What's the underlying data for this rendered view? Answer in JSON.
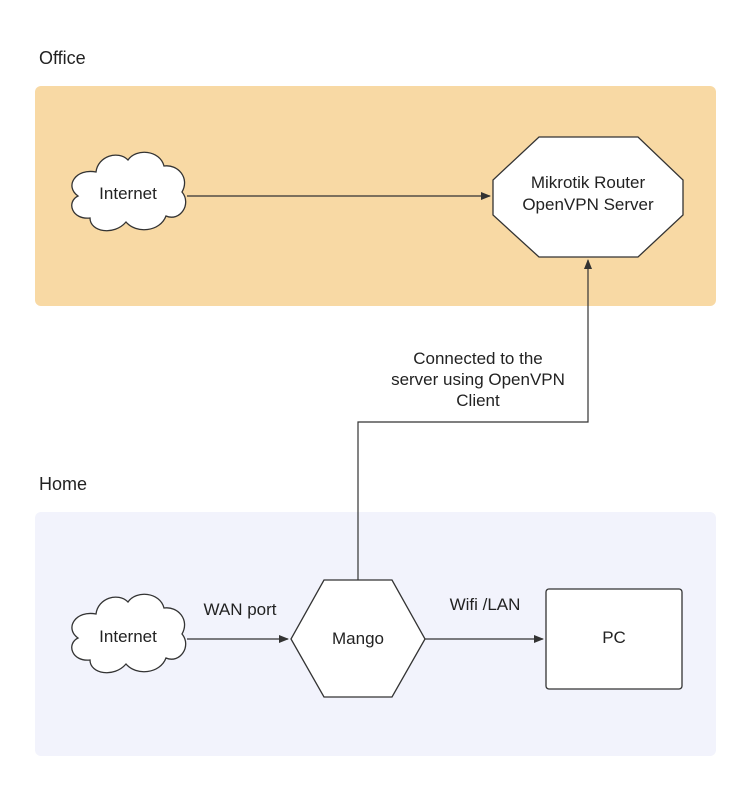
{
  "zones": {
    "office": {
      "label": "Office",
      "color": "#f8d9a4"
    },
    "home": {
      "label": "Home",
      "color": "#f2f3fc"
    }
  },
  "nodes": {
    "office_internet": {
      "label": "Internet",
      "shape": "cloud"
    },
    "router": {
      "line1": "Mikrotik Router",
      "line2": "OpenVPN Server",
      "shape": "octagon"
    },
    "home_internet": {
      "label": "Internet",
      "shape": "cloud"
    },
    "mango": {
      "label": "Mango",
      "shape": "hexagon"
    },
    "pc": {
      "label": "PC",
      "shape": "rectangle"
    }
  },
  "edges": {
    "wan": {
      "label": "WAN port"
    },
    "wifi": {
      "label": "Wifi /LAN"
    },
    "vpn": {
      "line1": "Connected to the",
      "line2": "server using OpenVPN",
      "line3": "Client"
    }
  },
  "colors": {
    "stroke": "#333333",
    "node_fill": "#ffffff"
  }
}
